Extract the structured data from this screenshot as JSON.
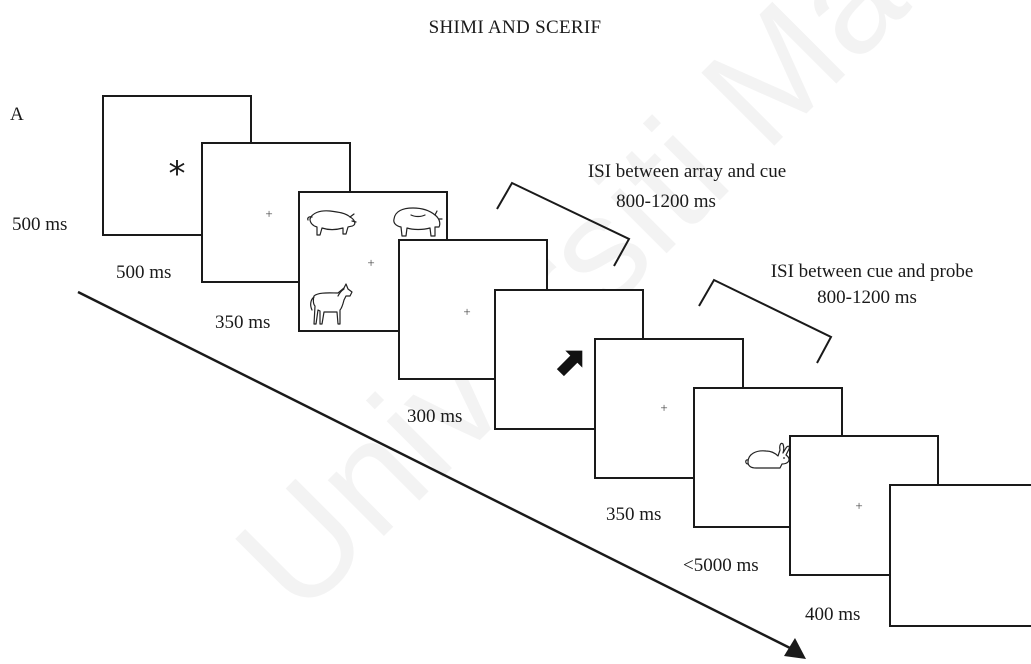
{
  "header": "SHIMI AND SCERIF",
  "panel_letter": "A",
  "fixation_mark": "+",
  "asterisk": "*",
  "watermark": "Universiti Malaya",
  "frames": [
    {
      "content": "asterisk",
      "duration": "500 ms"
    },
    {
      "content": "fixation",
      "duration": "500 ms"
    },
    {
      "content": "array of animals (pig, bear, horse)",
      "duration": "350 ms"
    },
    {
      "content": "fixation",
      "duration": "300 ms"
    },
    {
      "content": "arrow cue",
      "duration": ""
    },
    {
      "content": "fixation",
      "duration": "350 ms"
    },
    {
      "content": "rabbit probe",
      "duration": ""
    },
    {
      "content": "fixation",
      "duration": "<5000 ms"
    },
    {
      "content": "blank",
      "duration": "400 ms"
    }
  ],
  "isi": [
    {
      "line1": "ISI between array and cue",
      "line2": "800-1200 ms"
    },
    {
      "line1": "ISI between cue and probe",
      "line2": "800-1200 ms"
    }
  ]
}
